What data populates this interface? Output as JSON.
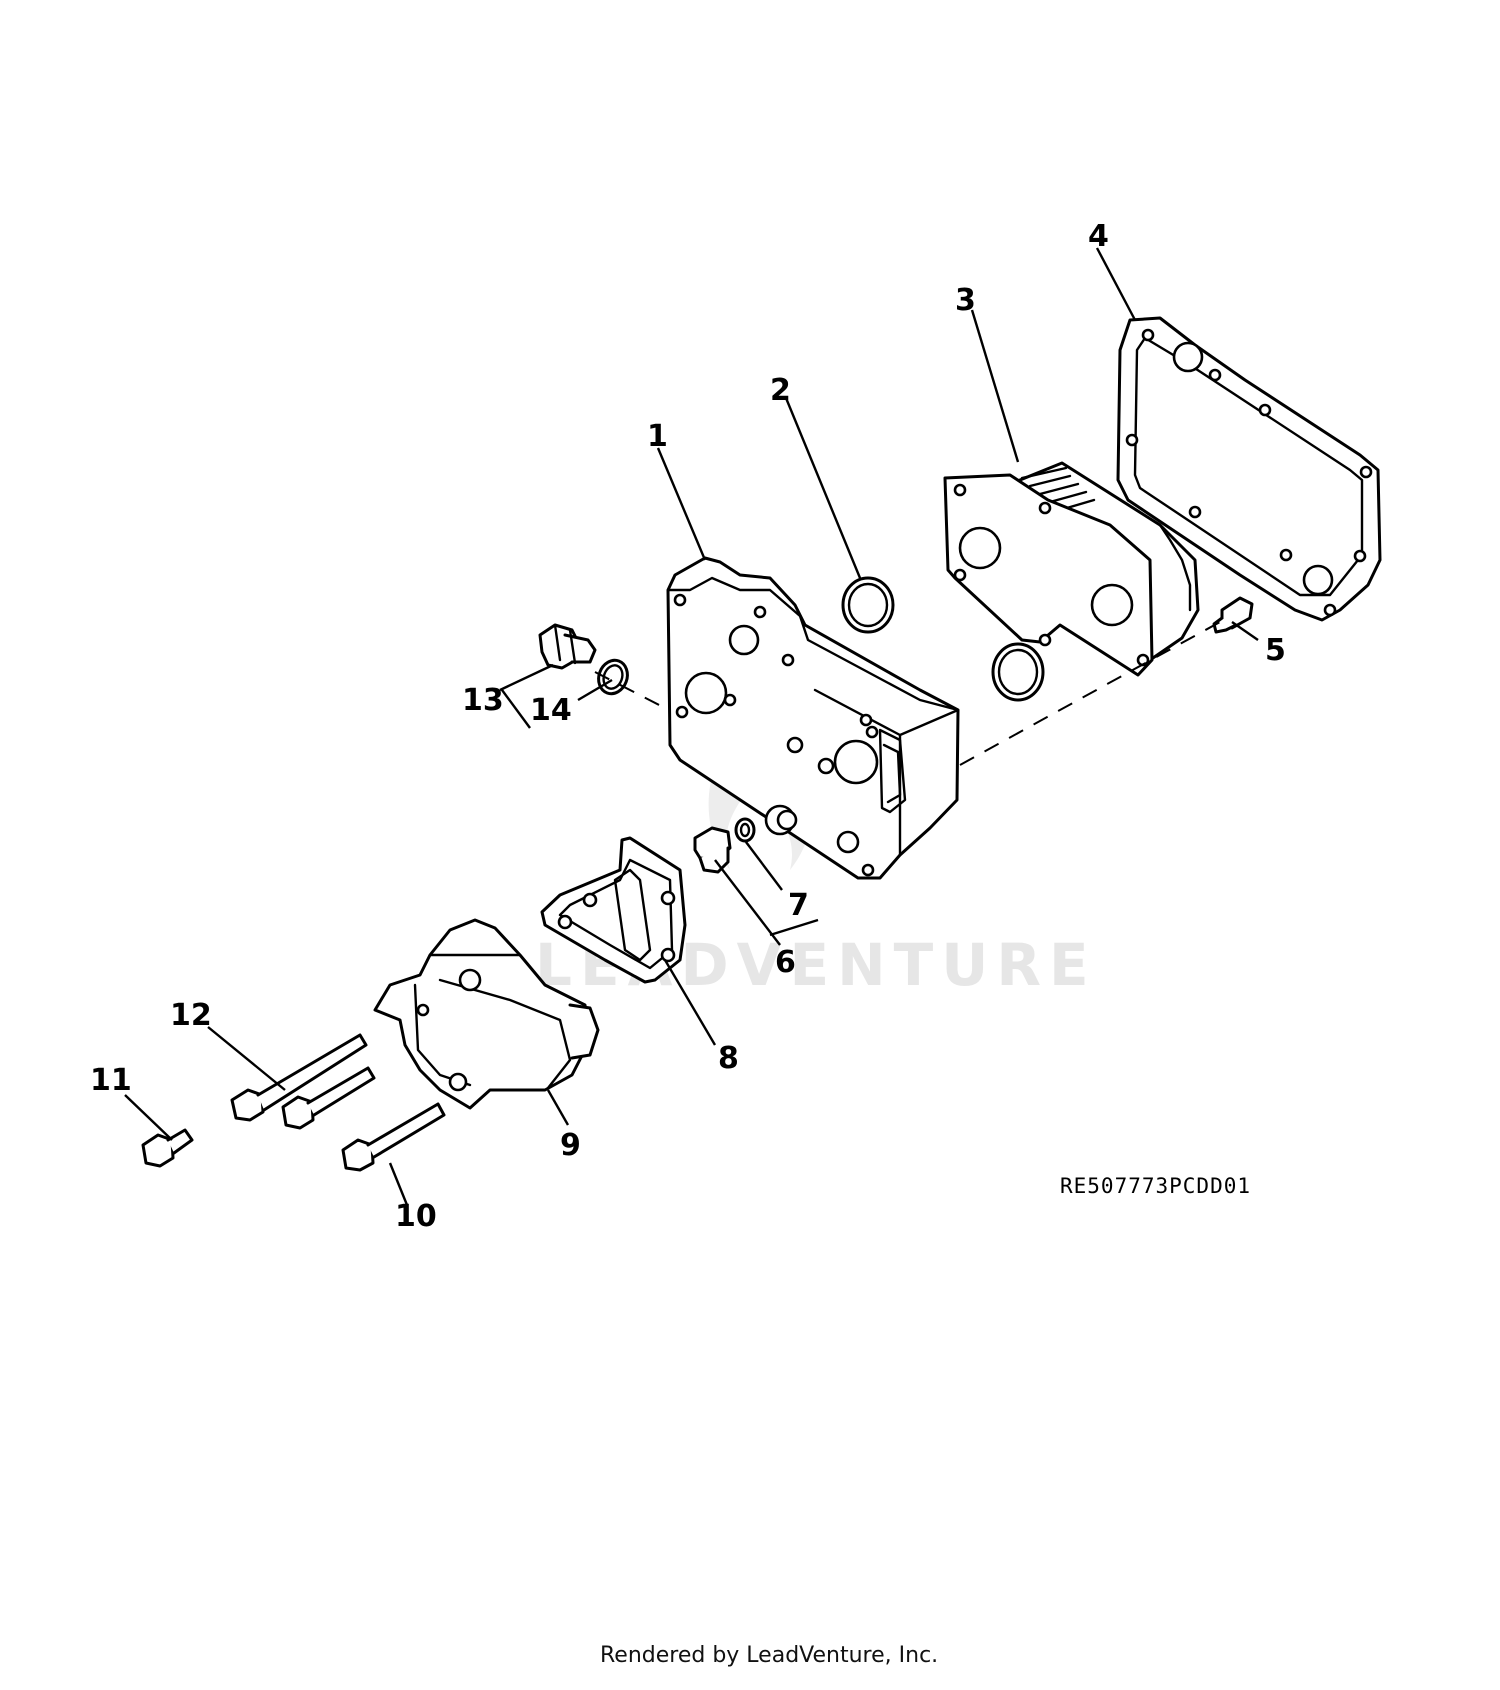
{
  "callouts": {
    "c1": "1",
    "c2": "2",
    "c3": "3",
    "c4": "4",
    "c5": "5",
    "c6": "6",
    "c7": "7",
    "c8": "8",
    "c9": "9",
    "c10": "10",
    "c11": "11",
    "c12": "12",
    "c13": "13",
    "c14": "14"
  },
  "drawing_id": "RE507773PCDD01",
  "watermark": "LEADVENTURE",
  "footer": "Rendered by LeadVenture, Inc."
}
